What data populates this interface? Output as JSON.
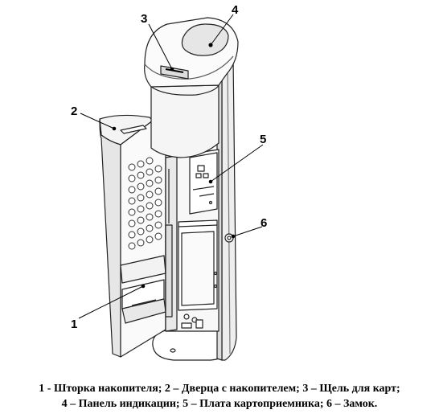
{
  "callouts": {
    "c1": "1",
    "c2": "2",
    "c3": "3",
    "c4": "4",
    "c5": "5",
    "c6": "6"
  },
  "caption": {
    "line1": "1 - Шторка накопителя; 2 – Дверца с накопителем; 3 – Щель для карт;",
    "line2": "4 – Панель индикации; 5 – Плата картоприемника; 6 – Замок."
  }
}
